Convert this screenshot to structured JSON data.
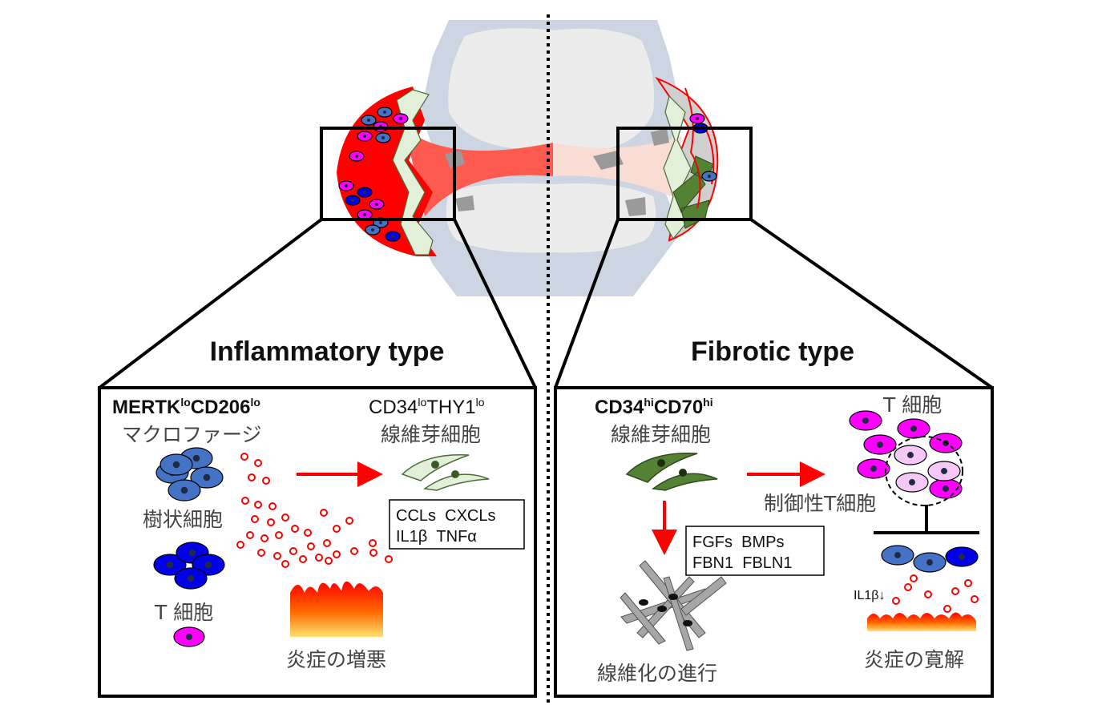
{
  "panels": {
    "left": {
      "title": "Inflammatory type",
      "macrophage": {
        "name": "MERTK",
        "sup1": "lo",
        "name2": "CD206",
        "sup2": "lo",
        "jp": "マクロファージ"
      },
      "dendritic_label": "樹状細胞",
      "tcell_label": "T 細胞",
      "fibroblast": {
        "name": "CD34",
        "sup1": "lo",
        "name2": "THY1",
        "sup2": "lo",
        "jp": "線維芽細胞"
      },
      "factors": [
        "CCLs  CXCLs",
        "IL1β  TNFα"
      ],
      "outcome": "炎症の増悪"
    },
    "right": {
      "title": "Fibrotic type",
      "fibroblast": {
        "name": "CD34",
        "sup1": "hi",
        "name2": "CD70",
        "sup2": "hi",
        "jp": "線維芽細胞"
      },
      "tcell_label": "T 細胞",
      "treg_label": "制御性T細胞",
      "factors": [
        "FGFs  BMPs",
        "FBN1  FBLN1"
      ],
      "fibrosis_label": "線維化の進行",
      "il_label": "IL1β↓",
      "outcome": "炎症の寛解"
    }
  },
  "colors": {
    "inflamed": "#ff0000",
    "synovium": "#ff5a50",
    "bone": "#e8e8e8",
    "bone_outline": "#ccd4e0",
    "dendritic": "#4472c4",
    "tcell_blue": "#0000e6",
    "tcell_magenta": "#ff00ff",
    "fibroblast_light": "#e2efd9",
    "fibroblast_dark": "#548235",
    "fibrosis_gray": "#a6a6a6",
    "arrow": "#ff0000"
  }
}
